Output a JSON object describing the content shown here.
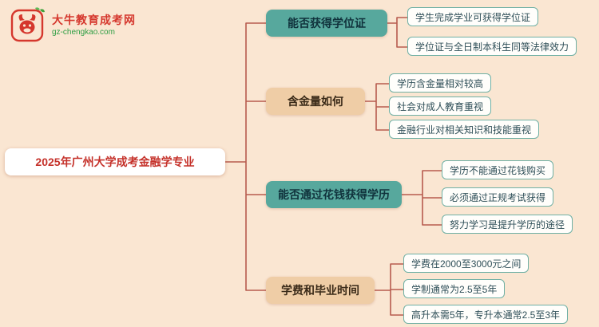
{
  "logo": {
    "site_name": "大牛教育成考网",
    "site_url": "gz-chengkao.com"
  },
  "mindmap": {
    "root": "2025年广州大学成考金融学专业",
    "branches": [
      {
        "label": "能否获得学位证",
        "style": "teal",
        "leaves": [
          "学生完成学业可获得学位证",
          "学位证与全日制本科生同等法律效力"
        ]
      },
      {
        "label": "含金量如何",
        "style": "peach",
        "leaves": [
          "学历含金量相对较高",
          "社会对成人教育重视",
          "金融行业对相关知识和技能重视"
        ]
      },
      {
        "label": "能否通过花钱获得学历",
        "style": "teal",
        "leaves": [
          "学历不能通过花钱购买",
          "必须通过正规考试获得",
          "努力学习是提升学历的途径"
        ]
      },
      {
        "label": "学费和毕业时间",
        "style": "peach",
        "leaves": [
          "学费在2000至3000元之间",
          "学制通常为2.5至5年",
          "高升本需5年，专升本通常2.5至3年"
        ]
      }
    ]
  },
  "colors": {
    "bg": "#FAE6D2",
    "line": "#B75B4E",
    "teal": "#57A89D",
    "teal-text": "#10323C",
    "peach": "#EFCDA6",
    "peach-text": "#3A2A18",
    "leaf-border": "#6FB0A4",
    "leaf-text": "#2F4F58",
    "brand-red": "#D5372D",
    "brand-green": "#2F9E44"
  }
}
